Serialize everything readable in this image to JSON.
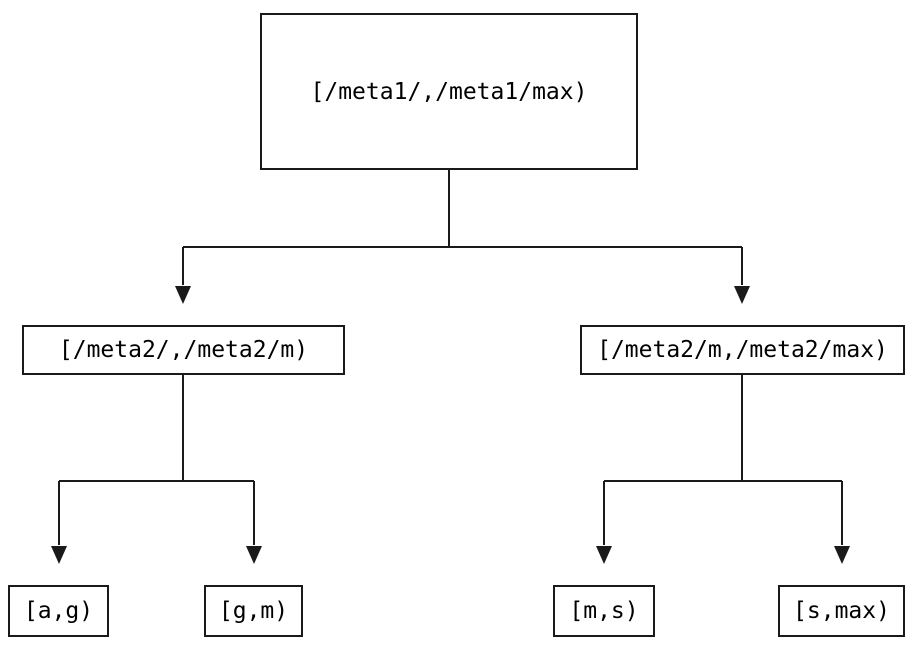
{
  "diagram": {
    "root": {
      "label": "[/meta1/,/meta1/max)"
    },
    "branches": [
      {
        "label": "[/meta2/,/meta2/m)"
      },
      {
        "label": "[/meta2/m,/meta2/max)"
      }
    ],
    "leaves": [
      {
        "label": "[a,g)"
      },
      {
        "label": "[g,m)"
      },
      {
        "label": "[m,s)"
      },
      {
        "label": "[s,max)"
      }
    ],
    "colors": {
      "line": "#1a1a1a",
      "background": "#ffffff",
      "text": "#000000"
    }
  }
}
